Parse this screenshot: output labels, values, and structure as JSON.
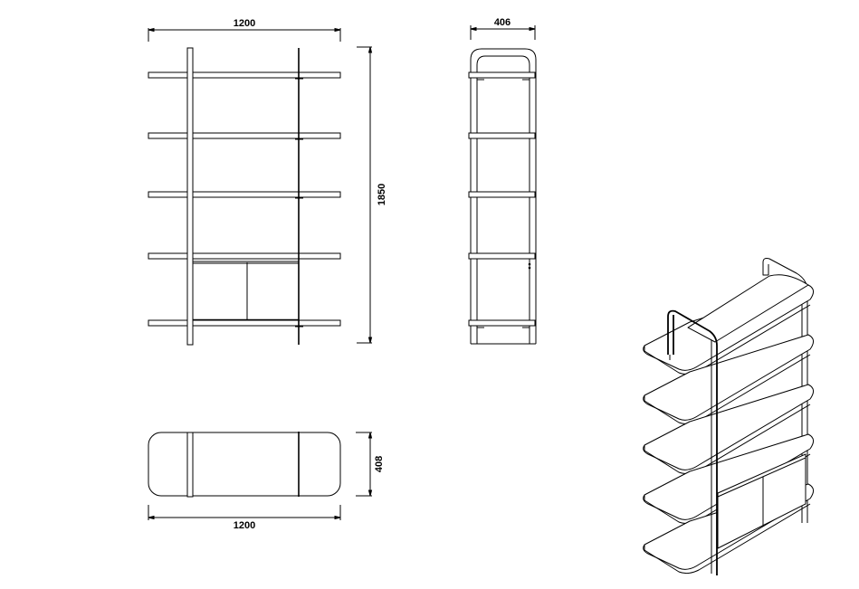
{
  "drawing": {
    "subject": "Shelving unit with cabinet",
    "views": {
      "front": {
        "width_label": "1200",
        "height_label": "1850",
        "shelf_count": 5,
        "cabinet_doors": 2
      },
      "side": {
        "depth_label": "406"
      },
      "top": {
        "depth_label": "408",
        "width_label": "1200"
      },
      "isometric": {
        "shelf_count": 5,
        "cabinet_doors": 2
      }
    },
    "colors": {
      "line": "#000000",
      "background": "#ffffff"
    }
  }
}
